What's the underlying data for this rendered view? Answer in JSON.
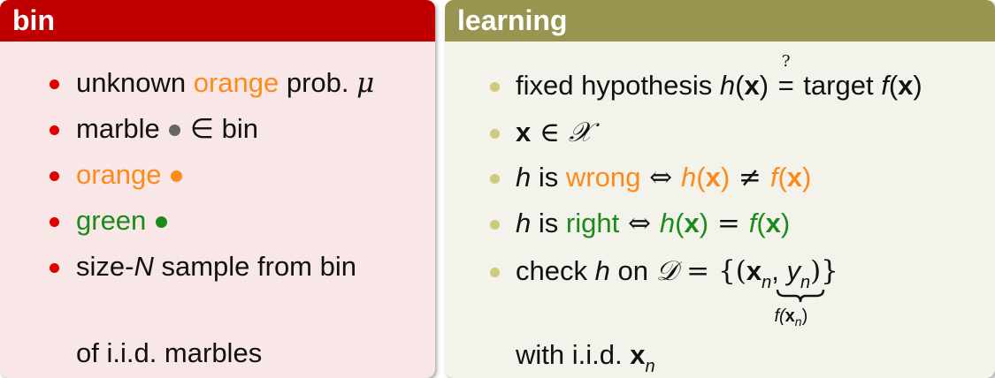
{
  "bin": {
    "title": "bin",
    "items": {
      "i1": {
        "pre": "unknown ",
        "orange": "orange",
        "post": " prob. ",
        "mu": "μ"
      },
      "i2": {
        "pre": "marble ",
        "post": " ∈ bin"
      },
      "i3": {
        "text": "orange "
      },
      "i4": {
        "text": "green "
      },
      "i5": {
        "pre": "size-",
        "n": "N",
        "post": " sample from bin"
      },
      "i6": {
        "text": "of i.i.d. marbles"
      }
    }
  },
  "learning": {
    "title": "learning",
    "items": {
      "l1": {
        "pre": "fixed hypothesis ",
        "h": "h",
        "x": "x",
        "q": "?",
        "eq": "=",
        "mid": " target ",
        "f": "f"
      },
      "l2": {
        "x": "x",
        "in": " ∈ ",
        "X": "𝒳"
      },
      "l3": {
        "h": "h",
        "is": " is ",
        "word": "wrong",
        "iff": " ⇔ ",
        "neq": " ≠ "
      },
      "l4": {
        "h": "h",
        "is": " is ",
        "word": "right",
        "iff": " ⇔ ",
        "eq": " = "
      },
      "l5": {
        "pre": "check ",
        "h": "h",
        "on": " on ",
        "D": "𝒟",
        "eqset": " = {(",
        "xn": "x",
        "n": "n",
        "y": "y",
        "close": ")}",
        "label_f": "f(",
        "label_x": "x",
        "label_close": ")"
      },
      "l6": {
        "pre": "with i.i.d. ",
        "x": "x",
        "n": "n"
      }
    }
  },
  "colors": {
    "bin_header": "#c00000",
    "learn_header": "#99944f",
    "orange": "#ff8a1c",
    "green": "#1b8c1b",
    "gray_dot": "#666666"
  }
}
